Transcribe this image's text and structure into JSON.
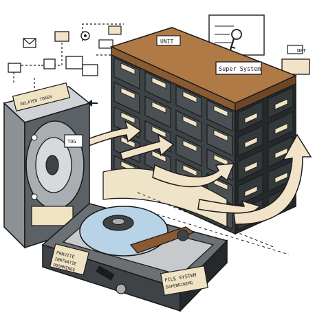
{
  "labels": {
    "unit": "UNIT",
    "super_system": "Super System",
    "drive_top": "RELATED TOKEN",
    "drive_badge": "TOG",
    "tray_left_1": "FRNVITE",
    "tray_left_2": "INNTWATIE",
    "tray_left_3": "DOSMMINEG",
    "tray_right_1": "FILE SYSTEM",
    "tray_right_2": "DAPENRINEMG",
    "net": "NET"
  },
  "colors": {
    "ink": "#1b1b1b",
    "wood": "#b07a47",
    "wood_dark": "#8a5a32",
    "cabinet": "#3e4347",
    "cabinet_dark": "#25292c",
    "arrow": "#f2e3c8",
    "paper": "#efe3c3",
    "disk": "#b8d3e6",
    "metal": "#a9aeb2"
  },
  "icons": [
    "envelope-icon",
    "folder-icon",
    "key-icon",
    "gear-icon"
  ]
}
